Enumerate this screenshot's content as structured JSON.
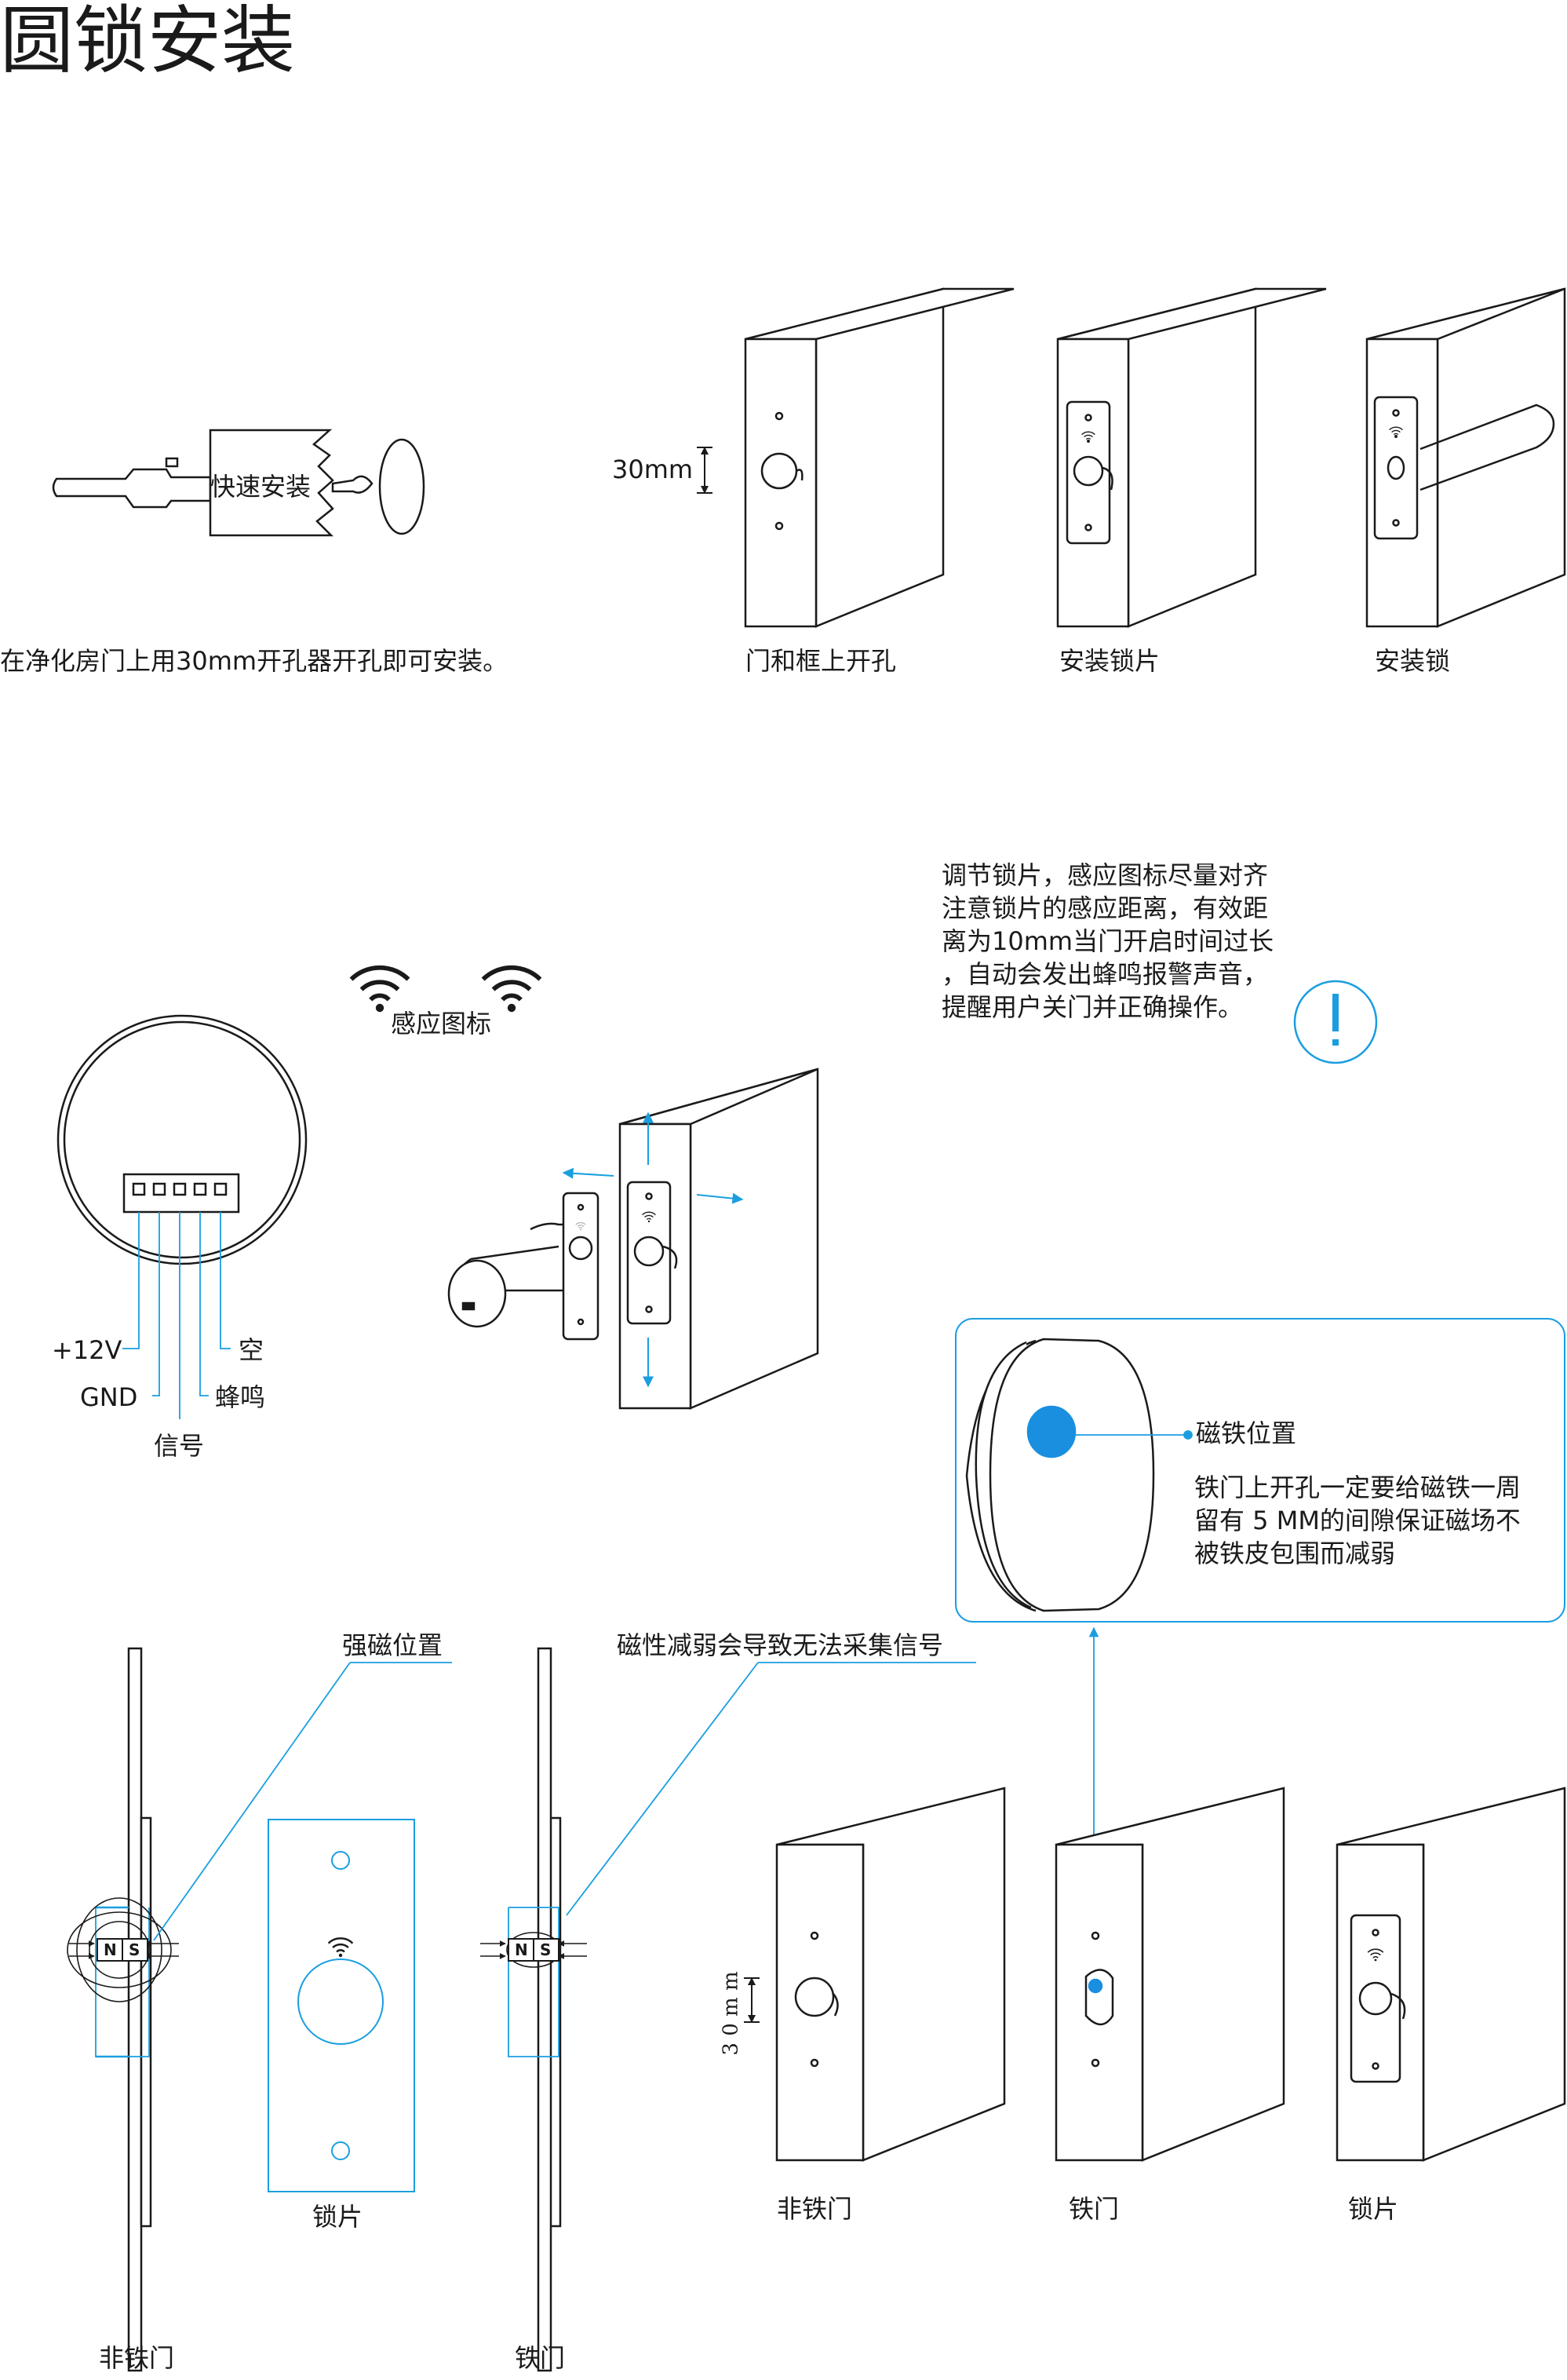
{
  "title": "圆锁安装",
  "step1": {
    "tool_label": "快速安装",
    "caption": "在净化房门上用30mm开孔器开孔即可安装。",
    "dim_label": "30mm",
    "steps": [
      "门和框上开孔",
      "安装锁片",
      "安装锁"
    ]
  },
  "step2": {
    "sensor_icon_label": "感应图标",
    "notice_lines": [
      "调节锁片，感应图标尽量对齐",
      "注意锁片的感应距离，有效距",
      "离为10mm当门开启时间过长",
      "，自动会发出蜂鸣报警声音，",
      "提醒用户关门并正确操作。"
    ],
    "notice_icon": "exclamation-icon",
    "wires": {
      "v12": "+12V",
      "gnd": "GND",
      "signal": "信号",
      "empty": "空",
      "buzzer": "蜂鸣"
    }
  },
  "callout": {
    "magnet_label": "磁铁位置",
    "lines": [
      "铁门上开孔一定要给磁铁一周",
      "留有 5 MM的间隙保证磁场不",
      "被铁皮包围而减弱"
    ]
  },
  "bottom": {
    "strong_label": "强磁位置",
    "weak_label": "磁性减弱会导致无法采集信号",
    "plate_label": "锁片",
    "nonmetal_door": "非铁门",
    "metal_door": "铁门",
    "dim_label": "3 0 m m",
    "box_labels": [
      "非铁门",
      "铁门",
      "锁片"
    ],
    "magnet_n": "N",
    "magnet_s": "S"
  },
  "colors": {
    "accent": "#1a9ee0",
    "ink": "#1a1a1a",
    "blue_fill": "#1a8fe0"
  }
}
